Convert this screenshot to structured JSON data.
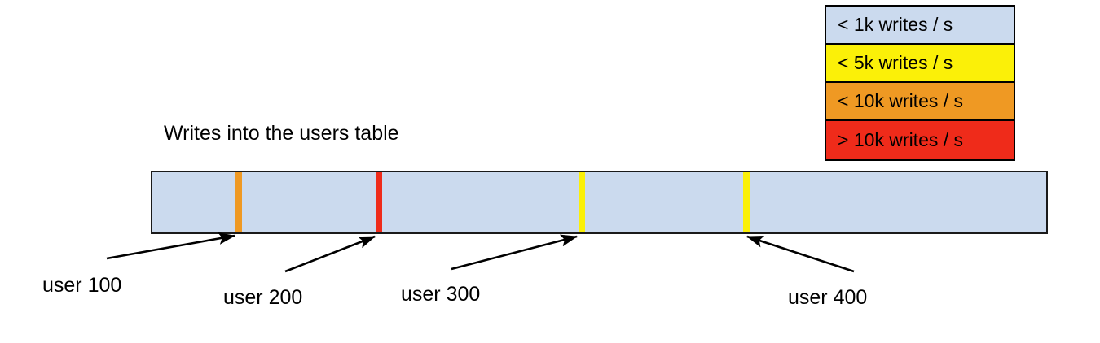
{
  "chart_data": {
    "type": "bar",
    "title": "Writes into the users table",
    "xlabel": "",
    "ylabel": "",
    "description": "A single horizontal range bar representing the users table key space, shaded by write throughput, with colored shard/partition boundary markers at four user key positions.",
    "bar": {
      "fill_color": "#cbdaee",
      "border_color": "#1a1a1a",
      "segment_rate_bucket": "< 1k writes / s"
    },
    "markers": [
      {
        "label": "user 100",
        "color": "#ef9923",
        "rate_bucket": "< 10k writes / s",
        "x_fraction": 0.097
      },
      {
        "label": "user 200",
        "color": "#ef2b1a",
        "rate_bucket": "> 10k writes / s",
        "x_fraction": 0.253
      },
      {
        "label": "user 300",
        "color": "#fbf008",
        "rate_bucket": "< 5k writes / s",
        "x_fraction": 0.479
      },
      {
        "label": "user 400",
        "color": "#fbf008",
        "rate_bucket": "< 5k writes / s",
        "x_fraction": 0.663
      }
    ],
    "legend": {
      "position": "top-right",
      "entries": [
        {
          "label": "< 1k writes / s",
          "color": "#cbdaee"
        },
        {
          "label": "< 5k writes / s",
          "color": "#fbf008"
        },
        {
          "label": "< 10k writes / s",
          "color": "#ef9923"
        },
        {
          "label": "> 10k writes / s",
          "color": "#ef2b1a"
        }
      ]
    }
  },
  "legend": {
    "entries": [
      {
        "label": "< 1k writes / s",
        "color": "#cbdaee"
      },
      {
        "label": "< 5k writes / s",
        "color": "#fbf008"
      },
      {
        "label": "< 10k writes / s",
        "color": "#ef9923"
      },
      {
        "label": "> 10k writes / s",
        "color": "#ef2b1a"
      }
    ]
  },
  "title": "Writes into the users table",
  "markers": [
    {
      "label": "user 100",
      "color": "#ef9923"
    },
    {
      "label": "user 200",
      "color": "#ef2b1a"
    },
    {
      "label": "user 300",
      "color": "#fbf008"
    },
    {
      "label": "user 400",
      "color": "#fbf008"
    }
  ]
}
